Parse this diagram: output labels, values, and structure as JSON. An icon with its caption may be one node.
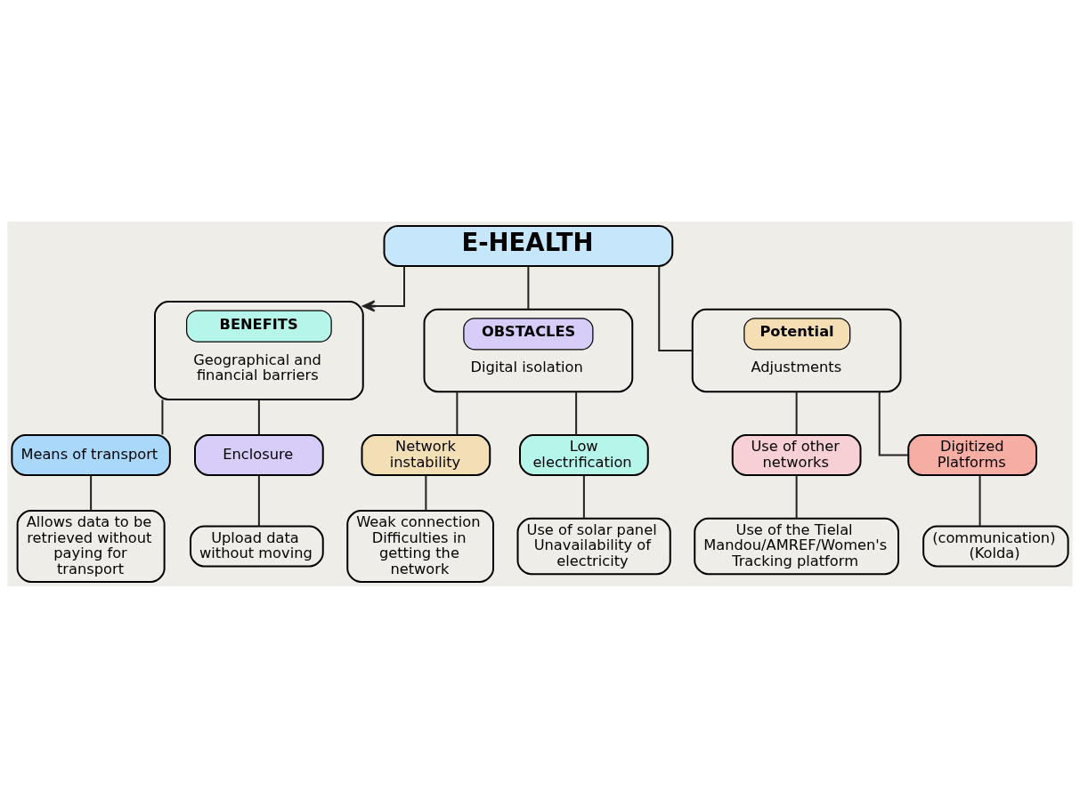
{
  "diagram": {
    "nodes": [
      {
        "text": [
          "E-HEALTH"
        ]
      },
      {
        "text": [
          "BENEFITS",
          "Geographical and financial barriers"
        ]
      },
      {
        "text": [
          "OBSTACLES",
          "Digital isolation"
        ]
      },
      {
        "text": [
          "Potential",
          "Adjustments"
        ]
      },
      {
        "text": [
          "Means of transport"
        ]
      },
      {
        "text": [
          "Enclosure"
        ]
      },
      {
        "text": [
          "Allows data to be retrieved without paying for transport"
        ]
      },
      {
        "text": [
          "Upload data without moving"
        ]
      },
      {
        "text": [
          "Network instability"
        ]
      },
      {
        "text": [
          "Low electrification"
        ]
      },
      {
        "text": [
          "Weak connection Difficulties in getting the network"
        ]
      },
      {
        "text": [
          "Use of solar panel Unavailability of electricity"
        ]
      },
      {
        "text": [
          "Use of other networks"
        ]
      },
      {
        "text": [
          "Digitized Platforms"
        ]
      },
      {
        "text": [
          "Use of the Tielal Mandou/AMREF/Women's Tracking platform"
        ]
      },
      {
        "text": [
          "(communication) (Kolda)"
        ]
      }
    ],
    "edges": [
      {
        "from": 0,
        "to": 1,
        "arrow": "to"
      },
      {
        "from": 0,
        "to": 2,
        "arrow": "none"
      },
      {
        "from": 0,
        "to": 3,
        "arrow": "none"
      },
      {
        "from": 1,
        "to": 4,
        "arrow": "none"
      },
      {
        "from": 1,
        "to": 5,
        "arrow": "none"
      },
      {
        "from": 4,
        "to": 6,
        "arrow": "none"
      },
      {
        "from": 5,
        "to": 7,
        "arrow": "none"
      },
      {
        "from": 2,
        "to": 8,
        "arrow": "none"
      },
      {
        "from": 2,
        "to": 9,
        "arrow": "none"
      },
      {
        "from": 8,
        "to": 10,
        "arrow": "none"
      },
      {
        "from": 9,
        "to": 11,
        "arrow": "none"
      },
      {
        "from": 3,
        "to": 12,
        "arrow": "none"
      },
      {
        "from": 3,
        "to": 13,
        "arrow": "none"
      },
      {
        "from": 12,
        "to": 14,
        "arrow": "none"
      },
      {
        "from": 13,
        "to": 15,
        "arrow": "none"
      }
    ]
  }
}
